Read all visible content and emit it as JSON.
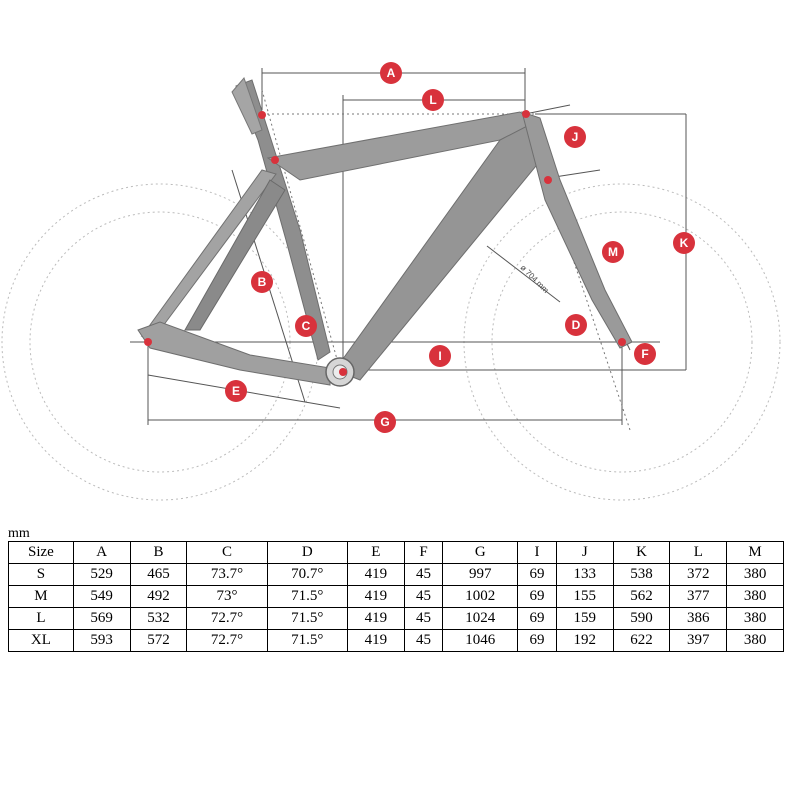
{
  "diagram": {
    "markers": [
      "A",
      "B",
      "C",
      "D",
      "E",
      "F",
      "G",
      "I",
      "J",
      "K",
      "L",
      "M"
    ],
    "wheel_label": "ø 704 mm",
    "colors": {
      "marker": "#d8323c",
      "frame": "#9a9a9a",
      "frame_dark": "#7a7a7a"
    }
  },
  "table": {
    "unit": "mm",
    "headers": [
      "Size",
      "A",
      "B",
      "C",
      "D",
      "E",
      "F",
      "G",
      "I",
      "J",
      "K",
      "L",
      "M"
    ],
    "rows": [
      [
        "S",
        "529",
        "465",
        "73.7°",
        "70.7°",
        "419",
        "45",
        "997",
        "69",
        "133",
        "538",
        "372",
        "380"
      ],
      [
        "M",
        "549",
        "492",
        "73°",
        "71.5°",
        "419",
        "45",
        "1002",
        "69",
        "155",
        "562",
        "377",
        "380"
      ],
      [
        "L",
        "569",
        "532",
        "72.7°",
        "71.5°",
        "419",
        "45",
        "1024",
        "69",
        "159",
        "590",
        "386",
        "380"
      ],
      [
        "XL",
        "593",
        "572",
        "72.7°",
        "71.5°",
        "419",
        "45",
        "1046",
        "69",
        "192",
        "622",
        "397",
        "380"
      ]
    ]
  }
}
